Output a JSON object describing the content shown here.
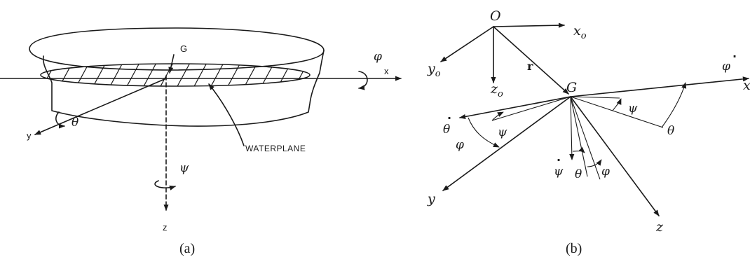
{
  "panel_a": {
    "caption": "(a)",
    "labels": {
      "G": "G",
      "x": "x",
      "y": "y",
      "z": "z",
      "phi": "φ",
      "theta": "θ",
      "psi": "ψ",
      "waterplane": "WATERPLANE"
    }
  },
  "panel_b": {
    "caption": "(b)",
    "labels": {
      "O": "O",
      "x": "x",
      "y": "y",
      "z": "z",
      "sub_o": "o",
      "r": "r",
      "G": "G",
      "phi": "φ",
      "theta": "θ",
      "psi": "ψ",
      "x_trunc": "x",
      "y_axis": "y",
      "z_axis": "z",
      "dot": "·"
    }
  }
}
